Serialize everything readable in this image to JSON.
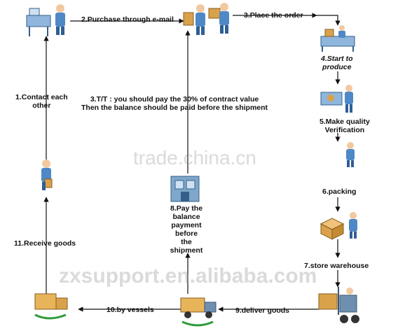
{
  "steps": {
    "s1": {
      "line1": "1.Contact each",
      "line2": "other"
    },
    "s2": "2.Purchase through e-mail",
    "s3": "3.Place the order",
    "s3tt": {
      "line1": "3.T/T : you should pay the 30% of contract value",
      "line2": "Then the balance should be paid before the shipment"
    },
    "s4": {
      "line1": "4.Start to",
      "line2": "produce"
    },
    "s5": {
      "line1": "5.Make quality",
      "line2": "Verification"
    },
    "s6": "6.packing",
    "s7": "7.store warehouse",
    "s8": {
      "line1": "8.Pay the",
      "line2": "balance",
      "line3": "payment",
      "line4": "before",
      "line5": "the",
      "line6": "shipment"
    },
    "s9": "9.deliver goods",
    "s10": "10.by  vessels",
    "s11": "11.Receive goods"
  },
  "watermarks": {
    "main": "trade.china.cn",
    "bottom": "zxsupport.en.alibaba.com"
  },
  "colors": {
    "line": "#111111",
    "arrow_green": "#2e9b3a",
    "person": "#4f88c6",
    "box": "#d9a24a",
    "vehicle": "#6f8fb0",
    "building": "#7fa7c9"
  }
}
